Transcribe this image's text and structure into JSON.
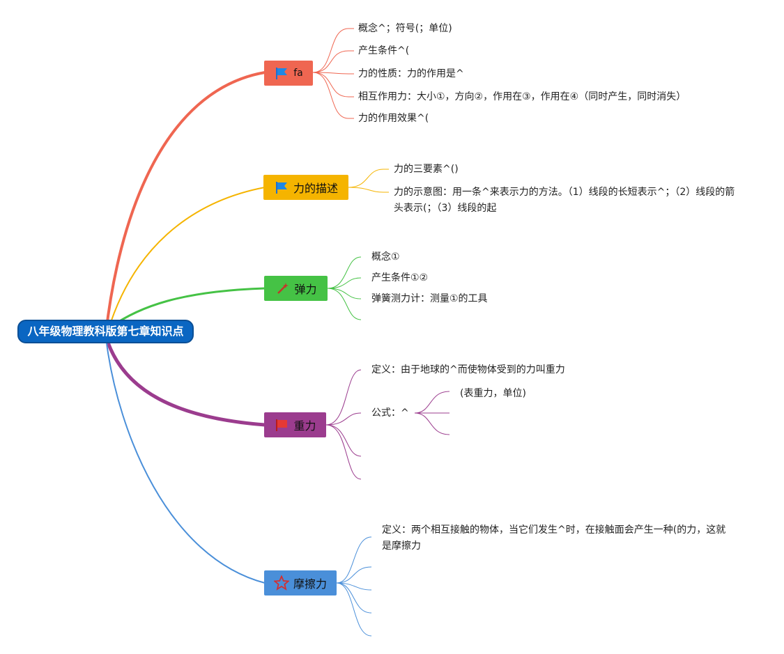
{
  "root": {
    "title": "八年级物理教科版第七章知识点"
  },
  "branches": [
    {
      "key": "fa",
      "label": "fa",
      "color": "#ef6651",
      "icon": "blue-flag-icon",
      "leaves": [
        "概念^；符号(；单位)",
        "产生条件^(",
        "力的性质：力的作用是^",
        "相互作用力：大小①，方向②，作用在③，作用在④（同时产生，同时消失）",
        "力的作用效果^("
      ]
    },
    {
      "key": "desc",
      "label": "力的描述",
      "color": "#f5b400",
      "icon": "blue-flag-icon",
      "leaves": [
        "力的三要素^()",
        "力的示意图：用一条^来表示力的方法。（1）线段的长短表示^；（2）线段的箭头表示(；（3）线段的起"
      ]
    },
    {
      "key": "elastic",
      "label": "弹力",
      "color": "#45c245",
      "icon": "magic-wand-icon",
      "leaves": [
        "概念①",
        "产生条件①②",
        "弹簧测力计：测量①的工具",
        ""
      ]
    },
    {
      "key": "gravity",
      "label": "重力",
      "color": "#9b3c8e",
      "icon": "red-flag-icon",
      "leaves": [
        "定义：由于地球的^而使物体受到的力叫重力",
        "公式：^",
        "",
        ""
      ],
      "sub_leaves": [
        "(表重力，单位)",
        "",
        ""
      ]
    },
    {
      "key": "friction",
      "label": "摩擦力",
      "color": "#4a8fd9",
      "icon": "star-icon",
      "leaves": [
        "定义：两个相互接触的物体，当它们发生^时，在接触面会产生一种(的力，这就是摩擦力",
        "",
        "",
        "",
        ""
      ]
    }
  ]
}
